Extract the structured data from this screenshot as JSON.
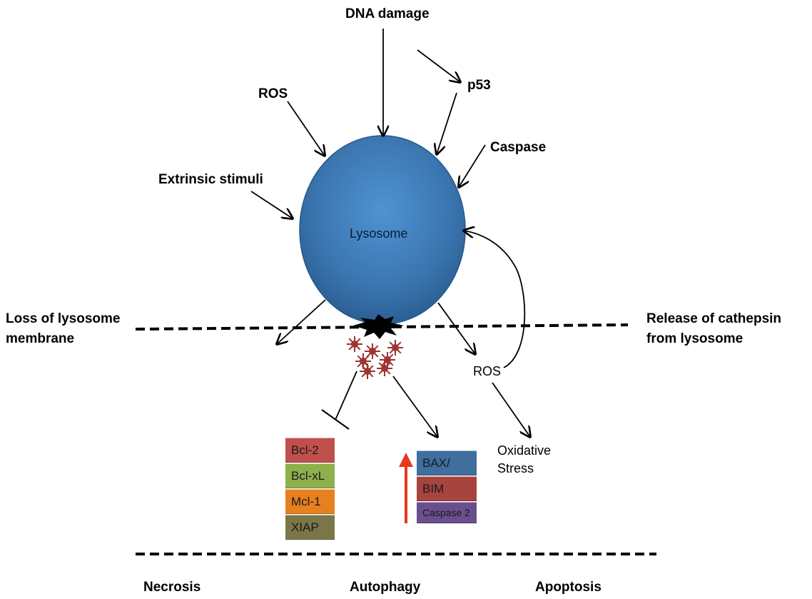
{
  "labels": {
    "dna_damage": "DNA damage",
    "p53": "p53",
    "ros_top": "ROS",
    "caspase": "Caspase",
    "extrinsic_stimuli": "Extrinsic stimuli",
    "lysosome": "Lysosome",
    "loss_line1": "Loss of lysosome",
    "loss_line2": "membrane",
    "release_line1": "Release of cathepsin",
    "release_line2": "from lysosome",
    "ros_lower": "ROS",
    "oxidative_line1": "Oxidative",
    "oxidative_line2": "Stress",
    "necrosis": "Necrosis",
    "autophagy": "Autophagy",
    "apoptosis": "Apoptosis"
  },
  "anti_apoptotic": [
    {
      "label": "Bcl-2",
      "color": "#c0504d"
    },
    {
      "label": "Bcl-xL",
      "color": "#8db04a"
    },
    {
      "label": "Mcl-1",
      "color": "#e7801f"
    },
    {
      "label": "XIAP",
      "color": "#7a7648"
    }
  ],
  "pro_apoptotic": [
    {
      "label": "BAX/",
      "color": "#3f6e9f"
    },
    {
      "label": "BIM",
      "color": "#a84440"
    },
    {
      "label": "Caspase 2",
      "color": "#6a4f8e"
    }
  ],
  "colors": {
    "lysosome": "#3b78b4",
    "up_arrow": "#e6381e",
    "cathepsin": "#9c3434"
  }
}
